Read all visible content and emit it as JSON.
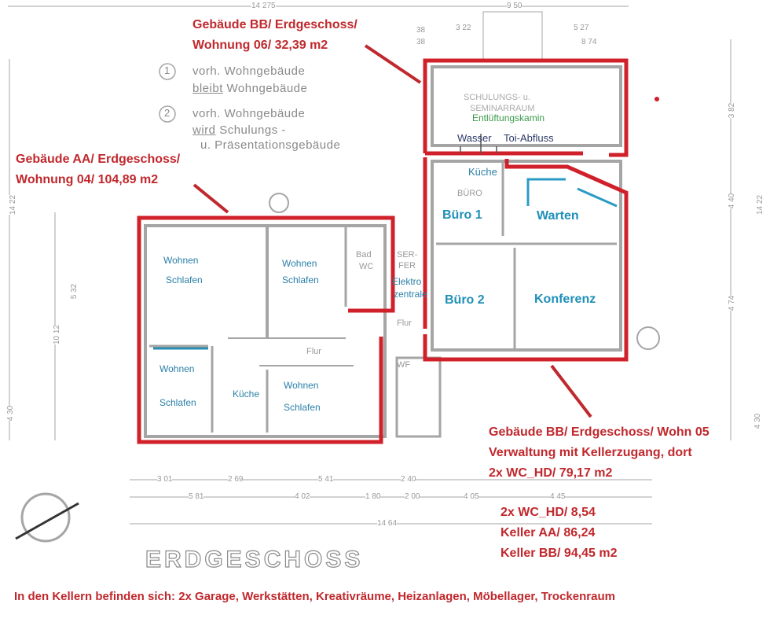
{
  "annotations": {
    "bb06": [
      "Gebäude BB/ Erdgeschoss/",
      "Wohnung 06/ 32,39 m2"
    ],
    "aa04": [
      "Gebäude AA/ Erdgeschoss/",
      "Wohnung 04/ 104,89 m2"
    ],
    "bb05": [
      "Gebäude BB/ Erdgeschoss/  Wohn 05",
      "Verwaltung mit Kellerzugang, dort",
      "2x WC_HD/ 79,17 m2"
    ],
    "extra": [
      "2x WC_HD/  8,54",
      "Keller AA/  86,24",
      "Keller BB/  94,45 m2"
    ],
    "footer": "In den Kellern befinden sich: 2x Garage, Werkstätten, Kreativräume, Heizanlagen, Möbellager, Trockenraum"
  },
  "legend": {
    "item1_num": "1",
    "item1_line1": "vorh. Wohngebäude",
    "item1_line2a": "bleibt",
    "item1_line2b": "Wohngebäude",
    "item2_num": "2",
    "item2_line1": "vorh. Wohngebäude",
    "item2_line2a": "wird",
    "item2_line2b": "Schulungs -",
    "item2_line3": "u. Präsentationsgebäude"
  },
  "rooms": {
    "w1a": "Wohnen",
    "w1b": "Schlafen",
    "w2a": "Wohnen",
    "w2b": "Schlafen",
    "w3a": "Wohnen",
    "w3b": "Schlafen",
    "w4a": "Wohnen",
    "w4b": "Schlafen",
    "kueche_aa": "Küche",
    "bad": "Bad",
    "wc": "WC",
    "elektro": "Elektro",
    "zentrale": "zentrale",
    "server": "SER-",
    "fer": "FER",
    "flur1": "Flur",
    "flur2": "Flur",
    "wf": "WF",
    "buero1": "Büro 1",
    "warten": "Warten",
    "buero2": "Büro 2",
    "konferenz": "Konferenz",
    "kueche_bb": "Küche",
    "buero_gray": "BÜRO",
    "schulung1": "SCHULUNGS- u.",
    "schulung2": "SEMINARRAUM",
    "entlueftung": "Entlüftungskamin",
    "wasser": "Wasser",
    "toi": "Toi-Abfluss"
  },
  "plan_title": "ERDGESCHOSS",
  "dimensions": {
    "top1": "14 275",
    "top2": "9 50",
    "d322": "3 22",
    "d527": "5 27",
    "d874": "8 74",
    "d38a": "38",
    "d38b": "38",
    "b301": "3 01",
    "b269": "2 69",
    "b541": "5 41",
    "b240": "2 40",
    "b581": "5 81",
    "b402": "4 02",
    "b180": "1 80",
    "b200": "2 00",
    "b405": "4 05",
    "b445": "4 45",
    "b1464": "14 64",
    "l1422": "14 22",
    "l1012": "10 12",
    "l532": "5 32",
    "l430": "4 30",
    "r382": "3 82",
    "r440": "4 40",
    "r474": "4 74",
    "r1422": "14 22",
    "r430": "4 30"
  },
  "colors": {
    "outline": "#d0202a",
    "annotation": "#c0282d",
    "room_label": "#1f8fb8",
    "green": "#3a9a4a",
    "walls": "#9a9a9a"
  }
}
